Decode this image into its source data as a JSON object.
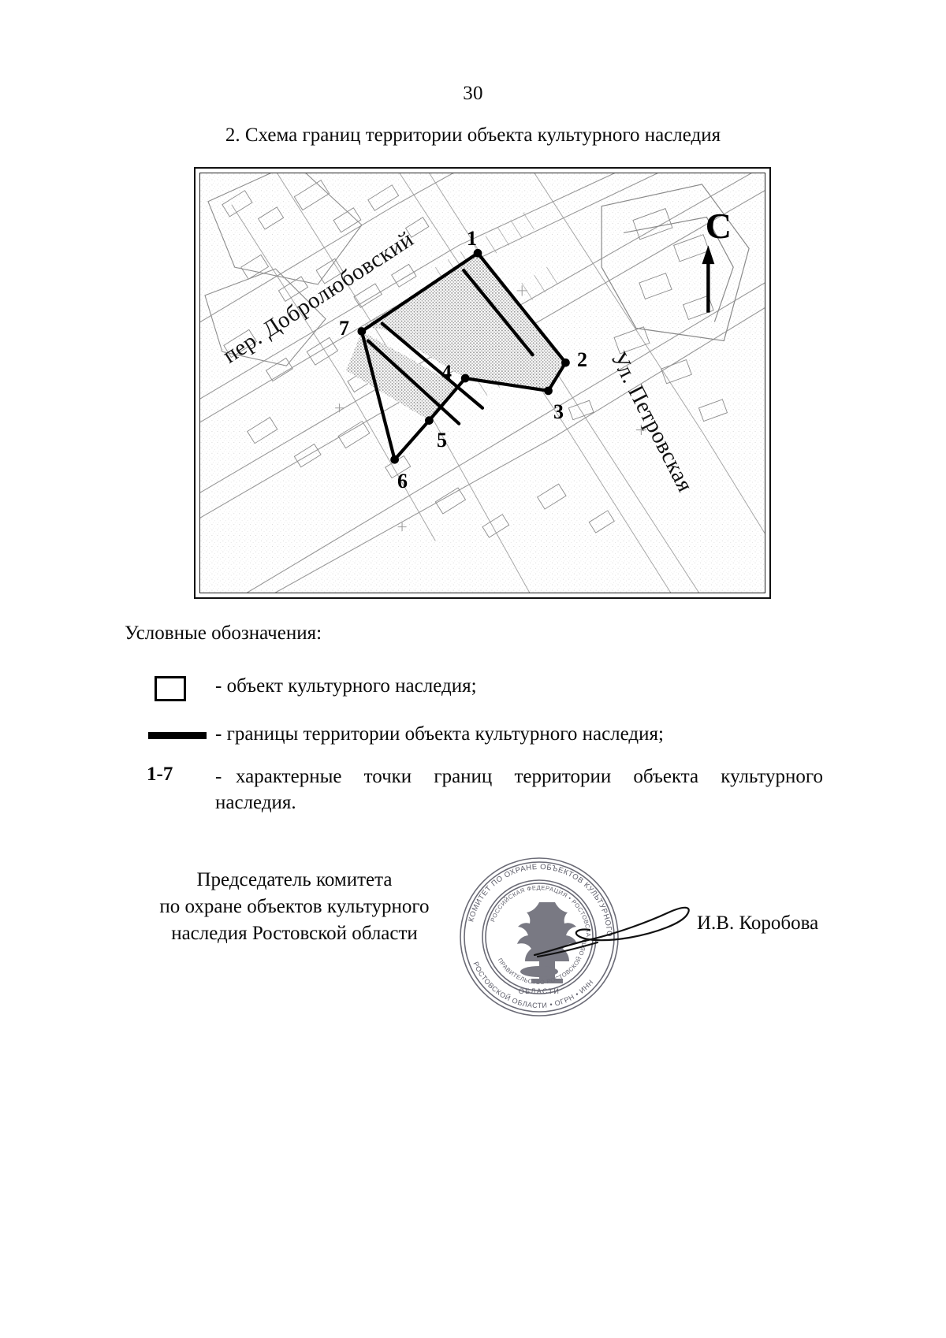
{
  "page": {
    "number": "30",
    "section_title": "2. Схема границ территории объекта культурного наследия"
  },
  "map": {
    "streets": [
      {
        "id": "dobrolyubovsky",
        "label": "пер. Добролюбовский"
      },
      {
        "id": "petrovskaya",
        "label": "Ул. Петровская"
      }
    ],
    "north_marker": "С",
    "points": [
      {
        "id": "1",
        "label": "1"
      },
      {
        "id": "2",
        "label": "2"
      },
      {
        "id": "3",
        "label": "3"
      },
      {
        "id": "4",
        "label": "4"
      },
      {
        "id": "5",
        "label": "5"
      },
      {
        "id": "6",
        "label": "6"
      },
      {
        "id": "7",
        "label": "7"
      }
    ]
  },
  "legend": {
    "heading": "Условные обозначения:",
    "items": [
      {
        "symbol": "empty-square",
        "dash": "-",
        "text": "объект культурного наследия;",
        "full": "- объект культурного наследия;"
      },
      {
        "symbol": "thick-line",
        "dash": "-",
        "text": "границы территории объекта культурного наследия;",
        "full": "- границы территории объекта культурного наследия;"
      },
      {
        "symbol": "range-1-7",
        "symbol_text": "1-7",
        "dash": "-",
        "text_line1": "характерные   точки   границ   территории   объекта   культурного",
        "text_line2": "наследия.",
        "full": "- характерные точки границ территории объекта культурного наследия."
      }
    ]
  },
  "signature": {
    "title_line1": "Председатель комитета",
    "title_line2": "по охране объектов культурного",
    "title_line3": "наследия Ростовской области",
    "name": "И.В. Коробова"
  },
  "colors": {
    "text": "#0a0a0a",
    "border": "#111111",
    "parcel_fill": "#b8b8b8",
    "boundary": "#000000",
    "seal_ink": "#5a5a66"
  }
}
